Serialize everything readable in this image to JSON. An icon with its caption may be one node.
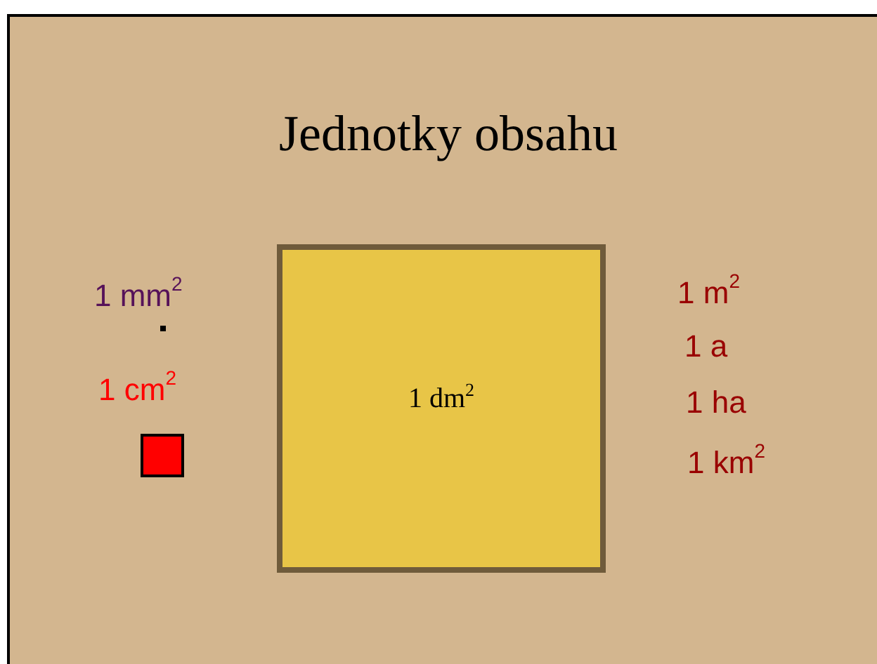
{
  "diagram": {
    "title": "Jednotky obsahu",
    "nodes": [
      {
        "text": [],
        "shape": "box"
      },
      {
        "text": [],
        "shape": "box"
      },
      {
        "text": [
          "1 dm$^{2}$"
        ]
      }
    ],
    "labels": [
      "1 mm$^{2}$",
      "1 cm$^{2}$",
      "1 m$^{2}$",
      "1 a",
      "1 ha",
      "1 km$^{2}$"
    ]
  }
}
